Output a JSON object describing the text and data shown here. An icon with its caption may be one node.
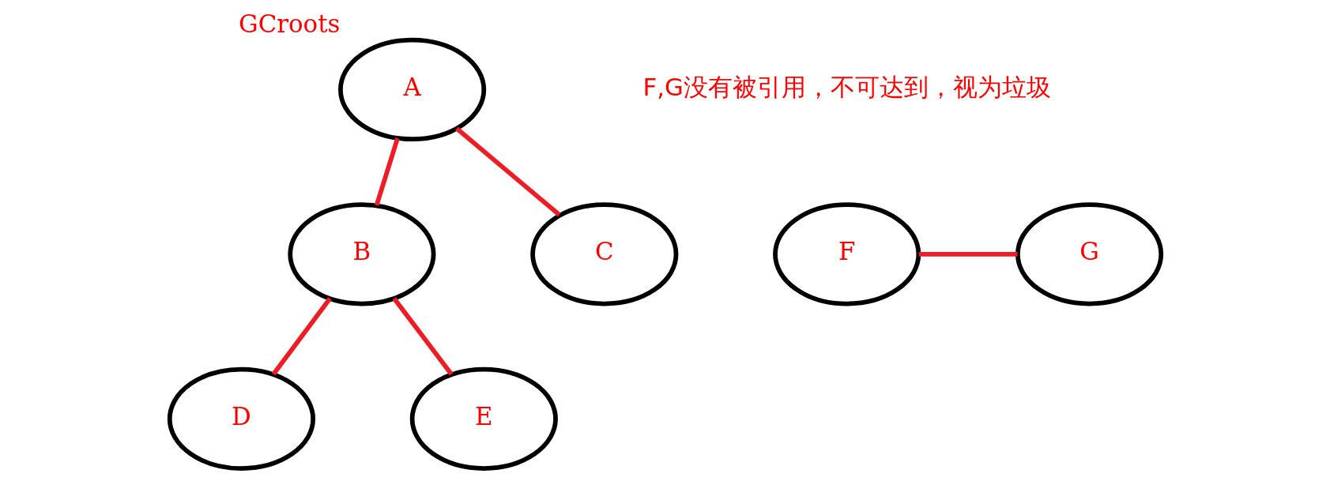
{
  "diagram": {
    "nodes": [
      {
        "text": [
          "A"
        ],
        "beside": [
          "GCroots"
        ]
      },
      {
        "text": [
          "B"
        ]
      },
      {
        "text": [
          "C"
        ]
      },
      {
        "text": [
          "D"
        ]
      },
      {
        "text": [
          "E"
        ]
      },
      {
        "text": [
          "F"
        ]
      },
      {
        "text": [
          "G"
        ]
      }
    ],
    "edges": [
      {
        "from": 0,
        "to": 1,
        "arrow": "none"
      },
      {
        "from": 0,
        "to": 2,
        "arrow": "none"
      },
      {
        "from": 1,
        "to": 3,
        "arrow": "none"
      },
      {
        "from": 1,
        "to": 4,
        "arrow": "none"
      },
      {
        "from": 5,
        "to": 6,
        "arrow": "none"
      }
    ],
    "labels": [
      "F,G没有被引用，不可达到，视为垃圾"
    ]
  }
}
